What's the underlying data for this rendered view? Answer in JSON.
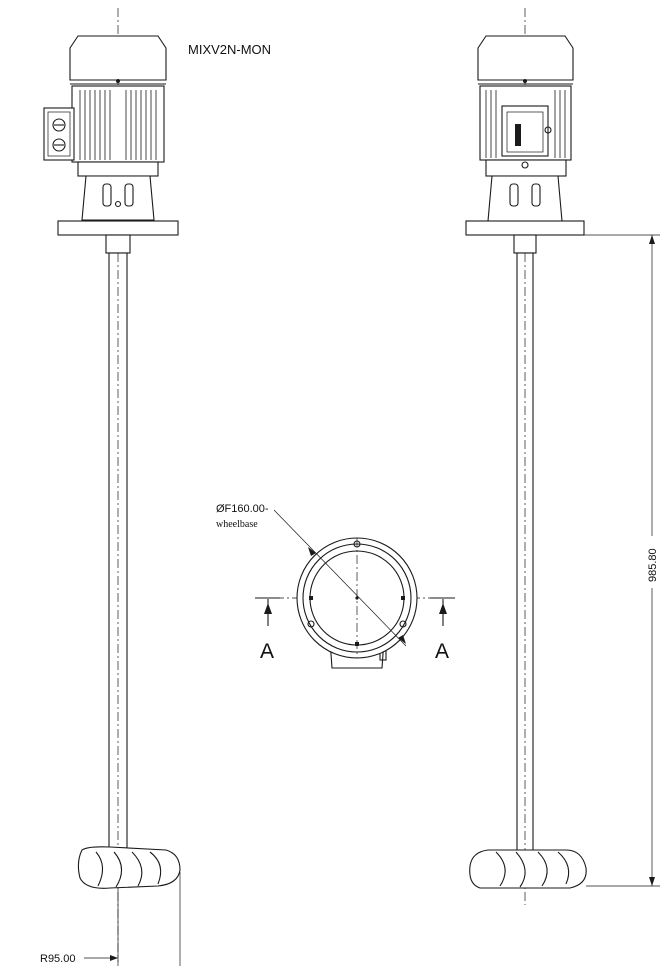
{
  "drawing": {
    "model_label": "MIXV2N-MON",
    "views": [
      "front-view",
      "side-view",
      "top-view"
    ]
  },
  "dimensions": {
    "flange_diameter_label": "ØF160.00-",
    "flange_diameter_note": "wheelbase",
    "overall_height_label": "985.80",
    "impeller_radius_label": "R95.00"
  },
  "section_marks": {
    "left": "A",
    "right": "A"
  }
}
